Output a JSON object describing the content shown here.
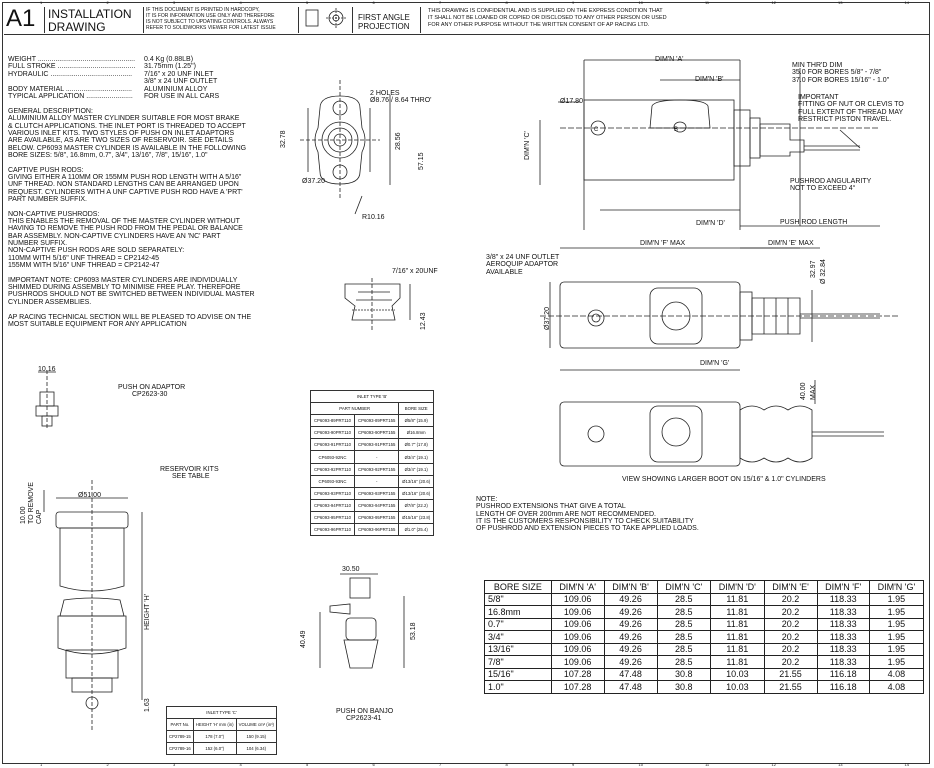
{
  "title_block": {
    "sheet_size": "A1",
    "title_line1": "INSTALLATION",
    "title_line2": "DRAWING",
    "hardcopy_notice": [
      "IF THIS DOCUMENT IS PRINTED IN HARDCOPY,",
      "IT IS FOR INFORMATION USE ONLY AND THEREFORE",
      "IS NOT SUBJECT TO UPDATING CONTROLS. ALWAYS",
      "REFER TO SOLIDWORKS VIEWER FOR LATEST ISSUE"
    ],
    "projection_line1": "FIRST ANGLE",
    "projection_line2": "PROJECTION",
    "confidential": [
      "THIS DRAWING IS CONFIDENTIAL AND IS SUPPLIED ON THE EXPRESS CONDITION THAT",
      "IT SHALL NOT BE LOANED OR COPIED OR DISCLOSED TO ANY OTHER PERSON OR USED",
      "FOR ANY OTHER PURPOSE WITHOUT THE WRITTEN CONSENT OF AP RACING LTD."
    ]
  },
  "zones": [
    "1",
    "2",
    "3",
    "4",
    "5",
    "6",
    "7",
    "8",
    "9",
    "10",
    "11",
    "12",
    "13",
    "14"
  ],
  "specs": [
    {
      "label": "WEIGHT ..................................................",
      "value": "0.4 Kg (0.88LB)"
    },
    {
      "label": "FULL STROKE ........................................",
      "value": "31.75mm (1.25\")"
    },
    {
      "label": "HYDRAULIC ..........................................",
      "value": "7/16\" x 20 UNF INLET"
    },
    {
      "label": "",
      "value": "3/8\" x 24 UNF OUTLET"
    },
    {
      "label": "BODY MATERIAL ..................................",
      "value": "ALUMINIUM ALLOY"
    },
    {
      "label": "TYPICAL APPLICATION ........................",
      "value": "FOR USE IN ALL CARS"
    }
  ],
  "notes": {
    "general": [
      "GENERAL DESCRIPTION:",
      "ALUMINIUM ALLOY MASTER CYLINDER SUITABLE FOR MOST BRAKE",
      "& CLUTCH APPLICATIONS.  THE INLET PORT IS THREADED TO ACCEPT",
      "VARIOUS INLET KITS.  TWO STYLES OF PUSH ON INLET ADAPTORS",
      "ARE AVAILABLE, AS ARE TWO SIZES OF RESERVOIR. SEE DETAILS",
      "BELOW.  CP6093 MASTER CYLINDER IS AVAILABLE IN THE FOLLOWING",
      "BORE SIZES: 5/8\", 16.8mm, 0.7\", 3/4\", 13/16\", 7/8\", 15/16\", 1.0\""
    ],
    "captive": [
      "CAPTIVE PUSH RODS:",
      "GIVING EITHER A 110MM OR 155MM PUSH ROD LENGTH WITH A 5/16\"",
      "UNF THREAD.  NON STANDARD LENGTHS CAN BE ARRANGED UPON",
      "REQUEST. CYLINDERS WITH A UNF CAPTIVE PUSH ROD HAVE A 'PRT'",
      "PART NUMBER SUFFIX."
    ],
    "noncaptive": [
      "NON-CAPTIVE PUSHRODS:",
      "THIS ENABLES THE REMOVAL OF THE MASTER CYLINDER WITHOUT",
      "HAVING TO REMOVE THE PUSH ROD FROM THE PEDAL OR BALANCE",
      "BAR ASSEMBLY. NON-CAPTIVE CYLINDERS HAVE AN 'NC' PART",
      "NUMBER SUFFIX.",
      "NON-CAPTIVE PUSH RODS ARE SOLD SEPARATELY:",
      "110MM WITH 5/16\" UNF THREAD = CP2142-45",
      "155MM WITH 5/16\" UNF THREAD = CP2142-47"
    ],
    "important": [
      "IMPORTANT NOTE: CP6093 MASTER CYLINDERS ARE INDIVIDUALLY",
      "SHIMMED DURING ASSEMBLY TO MINIMISE FREE PLAY.  THEREFORE",
      "PUSHRODS SHOULD NOT BE SWITCHED BETWEEN INDIVIDUAL MASTER",
      "CYLINDER ASSEMBLIES."
    ],
    "advise": [
      "AP RACING TECHNICAL SECTION WILL BE PLEASED TO ADVISE ON THE",
      "MOST SUITABLE EQUIPMENT FOR ANY APPLICATION"
    ],
    "pushrod_note": [
      "NOTE:",
      "PUSHROD EXTENSIONS THAT GIVE A TOTAL",
      "LENGTH OF OVER 200mm ARE NOT RECOMMENDED.",
      "IT IS THE CUSTOMERS RESPONSIBILITY TO CHECK SUITABILITY",
      "OF PUSHROD AND EXTENSION PIECES TO TAKE APPLIED LOADS."
    ]
  },
  "callouts": {
    "holes": [
      "2 HOLES",
      "Ø8.76 / 8.64 THRO'"
    ],
    "d32_78": "32.78",
    "d28_56": "28.56",
    "d57_15": "57.15",
    "d37_20": "Ø37.20",
    "r10_16": "R10.16",
    "inlet_thread": "7/16\" x 20UNF",
    "d12_43": "12.43",
    "dim_a": "DIM'N 'A'",
    "dim_b": "DIM'N 'B'",
    "dim_c": "DIM'N 'C'",
    "dim_d": "DIM'N 'D'",
    "d17_80": "Ø17.80",
    "min_thread": [
      "MIN THR'D DIM",
      "35.0 FOR BORES 5/8\" - 7/8\"",
      "37.0 FOR BORES 15/16\" - 1.0\""
    ],
    "important_fitting": [
      "IMPORTANT",
      "FITTING OF NUT OR CLEVIS TO",
      "FULL EXTENT OF THREAD MAY",
      "RESTRICT PISTON TRAVEL."
    ],
    "angularity": [
      "PUSHROD ANGULARITY",
      "NOT TO EXCEED 4°"
    ],
    "push_rod_length": "PUSH ROD LENGTH",
    "outlet": [
      "3/8\" x 24 UNF OUTLET",
      "AEROQUIP ADAPTOR",
      "AVAILABLE"
    ],
    "dim_f": "DIM'N 'F' MAX",
    "dim_e": "DIM'N 'E' MAX",
    "dim_g": "DIM'N 'G'",
    "d32_97": "32.97",
    "d32_84": "Ø 32.84",
    "d37_20b": "Ø37.20",
    "d40_max": "40.00",
    "max": "MAX",
    "larger_boot": "VIEW SHOWING LARGER BOOT ON 15/16\" & 1.0\" CYLINDERS",
    "d10_16": "10.16",
    "push_on_adaptor": [
      "PUSH ON ADAPTOR",
      "CP2623-30"
    ],
    "reservoir_kits": [
      "RESERVOIR KITS",
      "SEE TABLE"
    ],
    "d51": "Ø51.00",
    "remove_cap": [
      "10.00",
      "TO REMOVE",
      "CAP"
    ],
    "height_h": "HEIGHT 'H'",
    "d1_63": "1.63",
    "d30_50": "30.50",
    "d40_49": "40.49",
    "d53_18": "53.18",
    "push_on_banjo": [
      "PUSH ON BANJO",
      "CP2623-41"
    ]
  },
  "inlet_table": {
    "title": "INLET TYPE 'B'",
    "col1": "PART NUMBER",
    "col2": "BORE SIZE",
    "rows": [
      [
        "CP6093-89PRT110",
        "CP6093-89PRT155",
        "Ø5/8\" (15.9)"
      ],
      [
        "CP6093-90PRT110",
        "CP6093-90PRT155",
        "Ø16.8mm"
      ],
      [
        "CP6093-91PRT110",
        "CP6093-91PRT155",
        "Ø0.7\" (17.8)"
      ],
      [
        "CP6093-92NC",
        "-",
        "Ø3/4\" (19.1)"
      ],
      [
        "CP6093-92PRT110",
        "CP6093-92PRT155",
        "Ø3/4\" (19.1)"
      ],
      [
        "CP6093-93NC",
        "-",
        "Ø13/16\" (20.6)"
      ],
      [
        "CP6093-93PRT110",
        "CP6093-93PRT155",
        "Ø13/16\" (20.6)"
      ],
      [
        "CP6093-94PRT110",
        "CP6093-94PRT155",
        "Ø7/8\" (22.2)"
      ],
      [
        "CP6093-95PRT110",
        "CP6093-95PRT155",
        "Ø15/16\" (23.8)"
      ],
      [
        "CP6093-96PRT110",
        "CP6093-96PRT155",
        "Ø1.0\" (25.4)"
      ]
    ]
  },
  "reservoir_table": {
    "title": "INLET TYPE 'C'",
    "headers": [
      "PART No.",
      "HEIGHT 'H' mm (in)",
      "VOLUME cm³ (in³)"
    ],
    "rows": [
      [
        "CP2789-15",
        "178 (7.0\")",
        "150 (9.15)"
      ],
      [
        "CP2789-16",
        "152 (6.0\")",
        "104 (6.34)"
      ]
    ]
  },
  "dim_table": {
    "headers": [
      "BORE SIZE",
      "DIM'N 'A'",
      "DIM'N 'B'",
      "DIM'N 'C'",
      "DIM'N 'D'",
      "DIM'N 'E'",
      "DIM'N 'F'",
      "DIM'N 'G'"
    ],
    "rows": [
      [
        "5/8\"",
        "109.06",
        "49.26",
        "28.5",
        "11.81",
        "20.2",
        "118.33",
        "1.95"
      ],
      [
        "16.8mm",
        "109.06",
        "49.26",
        "28.5",
        "11.81",
        "20.2",
        "118.33",
        "1.95"
      ],
      [
        "0.7\"",
        "109.06",
        "49.26",
        "28.5",
        "11.81",
        "20.2",
        "118.33",
        "1.95"
      ],
      [
        "3/4\"",
        "109.06",
        "49.26",
        "28.5",
        "11.81",
        "20.2",
        "118.33",
        "1.95"
      ],
      [
        "13/16\"",
        "109.06",
        "49.26",
        "28.5",
        "11.81",
        "20.2",
        "118.33",
        "1.95"
      ],
      [
        "7/8\"",
        "109.06",
        "49.26",
        "28.5",
        "11.81",
        "20.2",
        "118.33",
        "1.95"
      ],
      [
        "15/16\"",
        "107.28",
        "47.48",
        "30.8",
        "10.03",
        "21.55",
        "116.18",
        "4.08"
      ],
      [
        "1.0\"",
        "107.28",
        "47.48",
        "30.8",
        "10.03",
        "21.55",
        "116.18",
        "4.08"
      ]
    ]
  }
}
